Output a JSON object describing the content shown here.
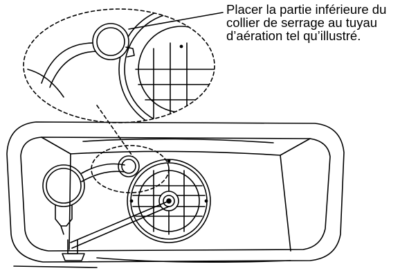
{
  "callout": {
    "lines": [
      "Placer la partie inférieure du",
      "collier de serrage au tuyau",
      "d’aération tel qu’illustré."
    ]
  },
  "colors": {
    "line": "#000000",
    "background": "#ffffff"
  },
  "icons": {
    "main": "toilet-tank-top-view-line-drawing",
    "detail": "clamp-on-vent-tube-magnified-detail"
  }
}
